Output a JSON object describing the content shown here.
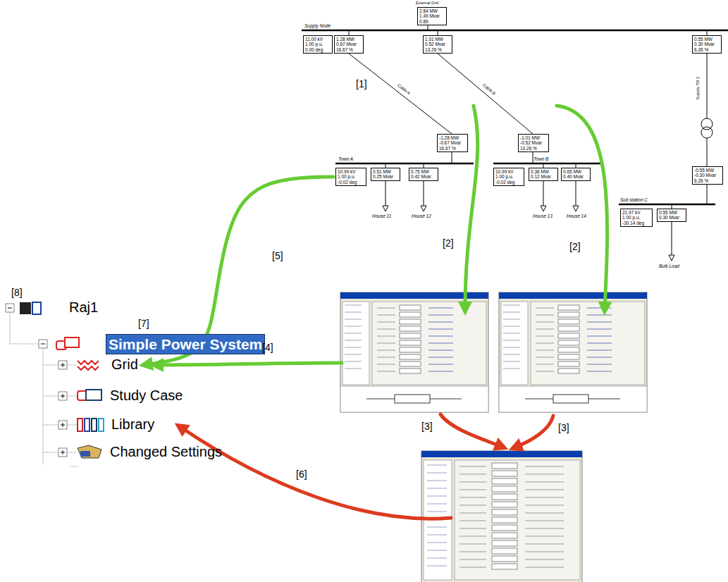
{
  "diagram": {
    "nodes": [
      {
        "text": [
          "2.84 MW 1.49 Mvar 0.89"
        ]
      },
      {
        "text": [
          "11.00 kV 1.00 p.u. 0.00 deg"
        ]
      },
      {
        "text": [
          "1.28 MW 0.67 Mvar 16.67 %"
        ]
      },
      {
        "text": [
          "1.01 MW 0.52 Mvar 13.26 %"
        ]
      },
      {
        "text": [
          "0.55 MW 0.30 Mvar 6.26 %"
        ]
      },
      {
        "text": [
          "-1.28 MW -0.67 Mvar 16.67 %"
        ]
      },
      {
        "text": [
          "-1.01 MW -0.52 Mvar 13.26 %"
        ]
      },
      {
        "text": [
          "-0.55 MW -0.30 Mvar 6.26 %"
        ]
      },
      {
        "text": [
          "10.99 kV 1.00 p.u. -0.02 deg"
        ]
      },
      {
        "text": [
          "0.51 MW 0.25 Mvar"
        ]
      },
      {
        "text": [
          "0.75 MW 0.42 Mvar"
        ]
      },
      {
        "text": [
          "10.99 kV 1.00 p.u. -0.02 deg"
        ]
      },
      {
        "text": [
          "0.36 MW 0.12 Mvar"
        ]
      },
      {
        "text": [
          "0.65 MW 0.40 Mvar"
        ]
      },
      {
        "text": [
          "21.97 kV 1.00 p.u. -30.14 deg"
        ]
      },
      {
        "text": [
          "0.55 MW 0.30 Mvar"
        ]
      },
      {
        "text": [
          "Raj1"
        ]
      },
      {
        "text": [
          "Simple Power System"
        ]
      },
      {
        "text": [
          "Grid"
        ]
      },
      {
        "text": [
          "Study Case"
        ]
      },
      {
        "text": [
          "Library"
        ]
      },
      {
        "text": [
          "Changed Settings"
        ]
      }
    ],
    "edges": [
      {
        "from": 8,
        "to": 18,
        "arrow": "to",
        "label": "[5]"
      }
    ],
    "labels": [
      "External Grid",
      "Supply Node",
      "Cable A",
      "Cable B",
      "Supply TR 1",
      "Town A",
      "Town B",
      "Sub station C",
      "House 11",
      "House 12",
      "House 13",
      "House 14",
      "Bulk Load",
      "[1]",
      "[2]",
      "[2]",
      "[3]",
      "[3]",
      "[4]",
      "[6]",
      "[7]",
      "[8]"
    ]
  }
}
